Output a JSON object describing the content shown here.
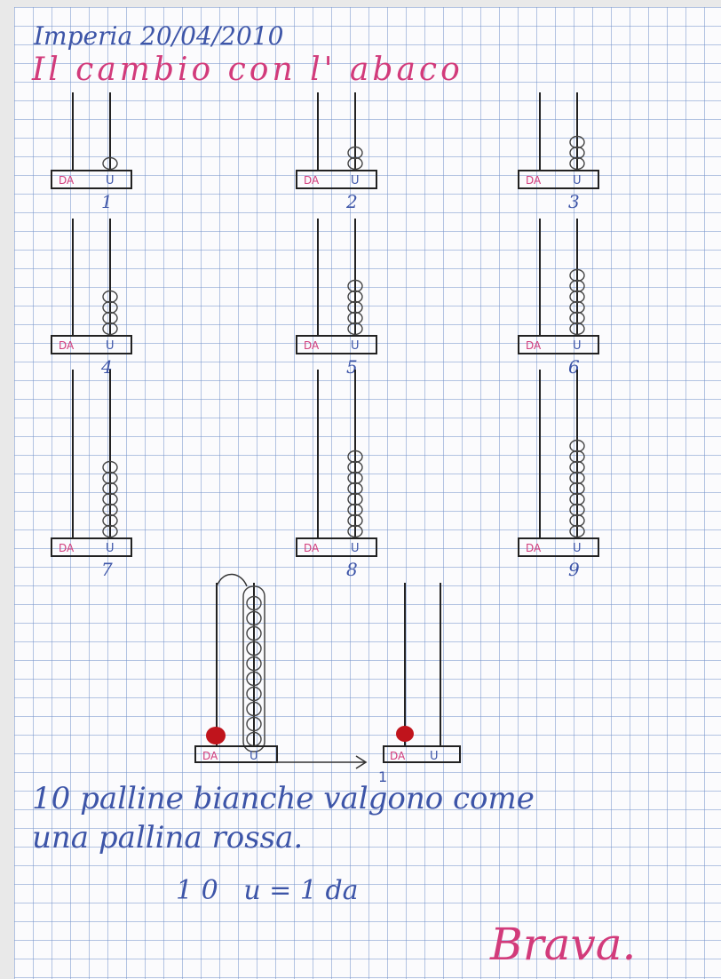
{
  "header": {
    "place_date": "Imperia 20/04/2010",
    "title": "Il cambio con l' abaco"
  },
  "abaci": [
    {
      "number": "1",
      "tens": "DA",
      "units": "U",
      "beads": 1
    },
    {
      "number": "2",
      "tens": "DA",
      "units": "U",
      "beads": 2
    },
    {
      "number": "3",
      "tens": "DA",
      "units": "U",
      "beads": 3
    },
    {
      "number": "4",
      "tens": "DA",
      "units": "U",
      "beads": 4
    },
    {
      "number": "5",
      "tens": "DA",
      "units": "U",
      "beads": 5
    },
    {
      "number": "6",
      "tens": "DA",
      "units": "U",
      "beads": 6
    },
    {
      "number": "7",
      "tens": "DA",
      "units": "U",
      "beads": 7
    },
    {
      "number": "8",
      "tens": "DA",
      "units": "U",
      "beads": 8
    },
    {
      "number": "9",
      "tens": "DA",
      "units": "U",
      "beads": 9
    }
  ],
  "exchange": {
    "before": {
      "tens": "DA",
      "units": "U",
      "white_beads": 10,
      "red_beads": 1
    },
    "after": {
      "label": "1",
      "tens": "DA",
      "units": "U",
      "red_beads": 1
    }
  },
  "explanation": {
    "line1": "10 palline bianche valgono come",
    "line2": "una pallina rossa."
  },
  "equation": "1 0   u = 1 da",
  "teacher_comment": "Brava.",
  "colors": {
    "ink_blue": "#3d55a8",
    "ink_pink": "#d23b7b",
    "red_bead": "#c0141c",
    "grid": "#7896cd"
  }
}
